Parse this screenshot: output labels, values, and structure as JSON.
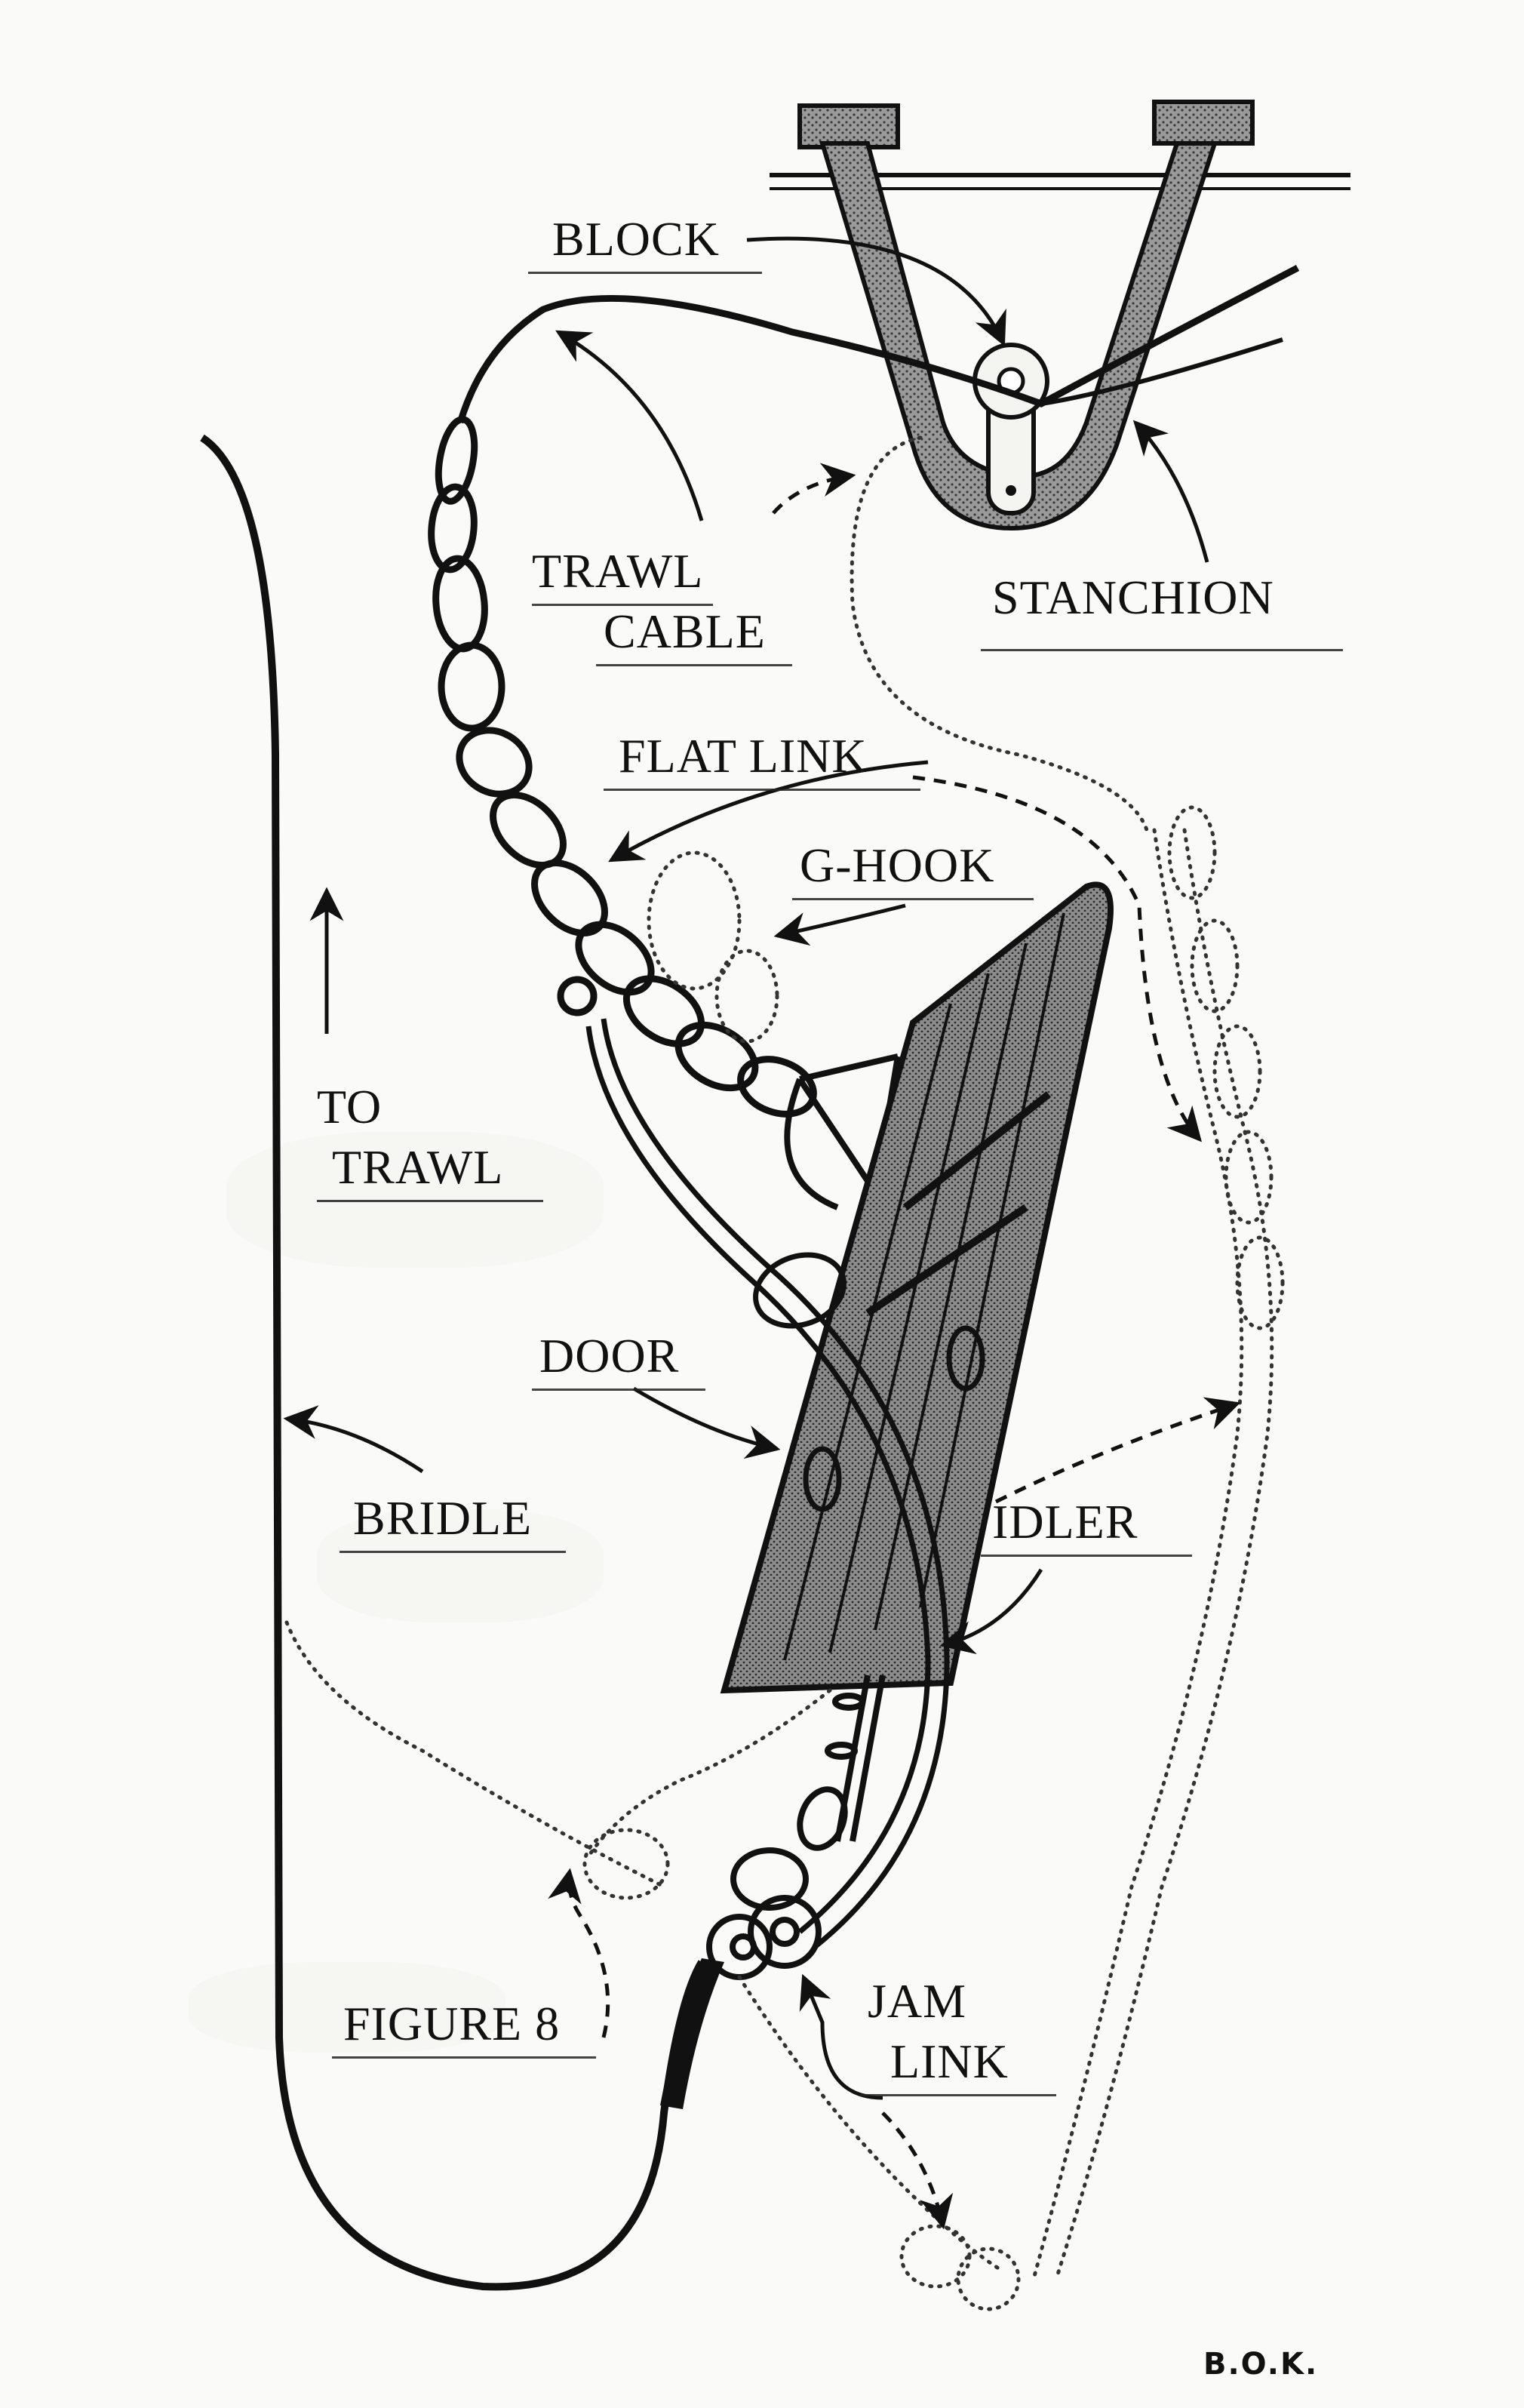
{
  "labels": {
    "block": "BLOCK",
    "stanchion": "STANCHION",
    "trawl_cable_1": "TRAWL",
    "trawl_cable_2": "CABLE",
    "flat_link": "FLAT LINK",
    "g_hook": "G-HOOK",
    "to_trawl_1": "TO",
    "to_trawl_2": "TRAWL",
    "door": "DOOR",
    "bridle": "BRIDLE",
    "idler": "IDLER",
    "figure_8": "FIGURE 8",
    "jam_link_1": "JAM",
    "jam_link_2": "LINK"
  },
  "signature": "B.O.K.",
  "colors": {
    "ink": "#111111",
    "paper": "#fafaf8",
    "shading": "#8a8a8a"
  }
}
